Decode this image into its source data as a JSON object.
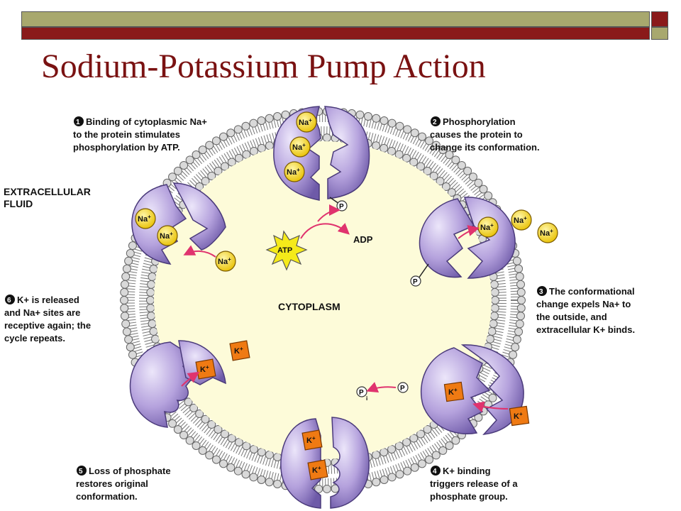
{
  "title": "Sodium-Potassium Pump Action",
  "colors": {
    "title": "#7a1212",
    "header_olive": "#a8a86e",
    "header_maroon": "#8a1a1a",
    "cytoplasm": "#fdfbd9",
    "protein": "#b5a2dd",
    "sodium": "#f5d31a",
    "potassium": "#ef7a13",
    "arrow": "#e0336e"
  },
  "regions": {
    "extracellular": [
      "EXTRACELLULAR",
      "FLUID"
    ],
    "cytoplasm": "CYTOPLASM"
  },
  "molecules": {
    "atp": "ATP",
    "adp": "ADP",
    "phosphate": "P",
    "inorganic_phosphate": "P",
    "inorganic_sub": "i"
  },
  "ions": {
    "sodium": "Na",
    "potassium": "K",
    "charge": "+"
  },
  "steps": [
    {
      "number": "1",
      "lines": [
        "Binding of cytoplasmic Na+",
        "to the protein stimulates",
        "phosphorylation by ATP."
      ]
    },
    {
      "number": "2",
      "lines": [
        "Phosphorylation",
        "causes the protein to",
        "change its conformation."
      ]
    },
    {
      "number": "3",
      "lines": [
        "The conformational",
        "change expels Na+ to",
        "the outside, and",
        "extracellular K+ binds."
      ]
    },
    {
      "number": "4",
      "lines": [
        "K+ binding",
        "triggers release of a",
        "phosphate group."
      ]
    },
    {
      "number": "5",
      "lines": [
        "Loss of phosphate",
        "restores original",
        "conformation."
      ]
    },
    {
      "number": "6",
      "lines": [
        "K+ is released",
        "and Na+ sites are",
        "receptive again; the",
        "cycle repeats."
      ]
    }
  ]
}
